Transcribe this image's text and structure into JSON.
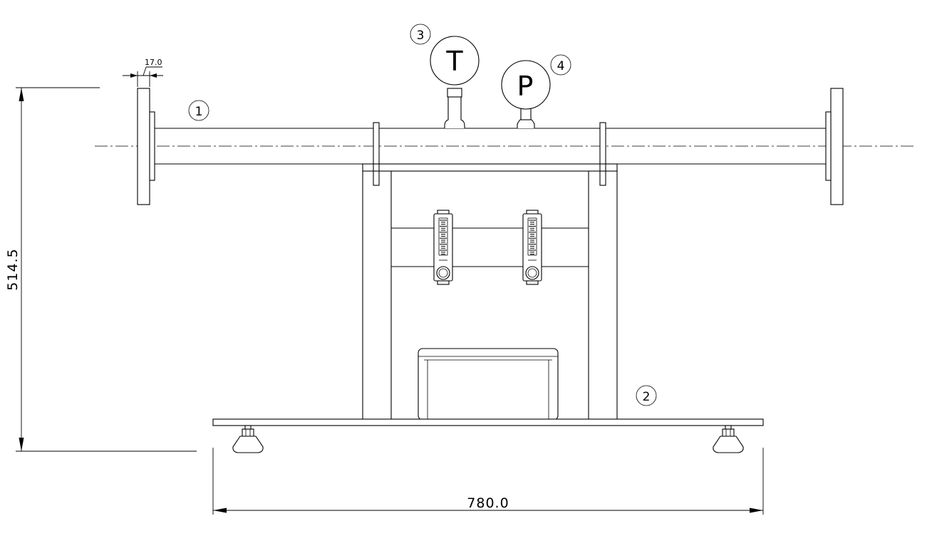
{
  "dimensions": {
    "overall_width": "780.0",
    "overall_height": "514.5",
    "flange_thickness": "17.0"
  },
  "gauges": {
    "temperature": {
      "symbol": "T"
    },
    "pressure": {
      "symbol": "P"
    }
  },
  "callouts": {
    "pipe": "1",
    "base": "2",
    "temperature_gauge": "3",
    "pressure_gauge": "4"
  }
}
